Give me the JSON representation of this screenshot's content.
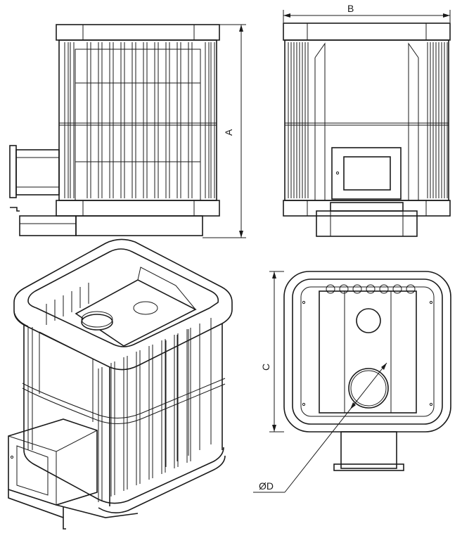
{
  "dimension_labels": {
    "height": "A",
    "width": "B",
    "depth": "C",
    "chimney_diameter": "ØD"
  },
  "views": {
    "side": "side-view",
    "front": "front-view",
    "isometric": "isometric-view",
    "top": "top-view"
  }
}
